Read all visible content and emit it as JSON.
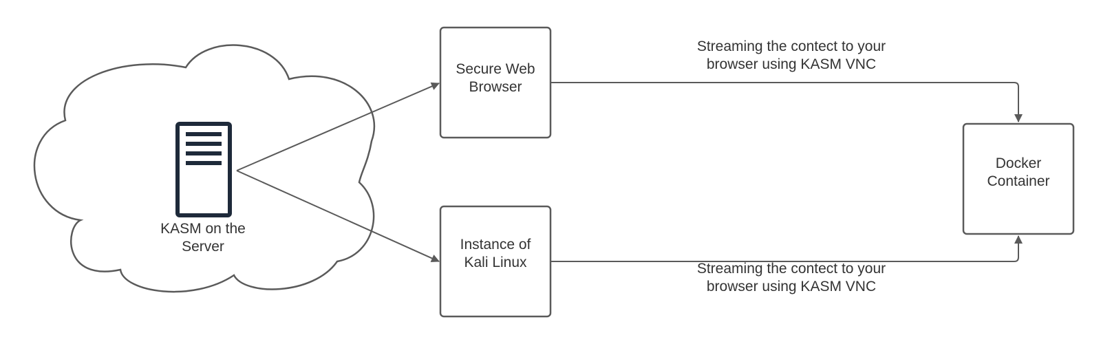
{
  "colors": {
    "stroke": "#5a5a5a",
    "text": "#333333",
    "server_icon": "#1e2a3a",
    "background": "#ffffff"
  },
  "nodes": {
    "server": {
      "label": "KASM on the\nServer",
      "icon": "server-icon",
      "shape": "cloud"
    },
    "secure_browser": {
      "label": "Secure Web\nBrowser"
    },
    "kali": {
      "label": "Instance of\nKali Linux"
    },
    "docker": {
      "label": "Docker\nContainer"
    }
  },
  "edges": {
    "browser_to_docker": {
      "label": "Streaming the contect to your\nbrowser using KASM VNC"
    },
    "kali_to_docker": {
      "label": "Streaming the contect to your\nbrowser using KASM VNC"
    }
  }
}
